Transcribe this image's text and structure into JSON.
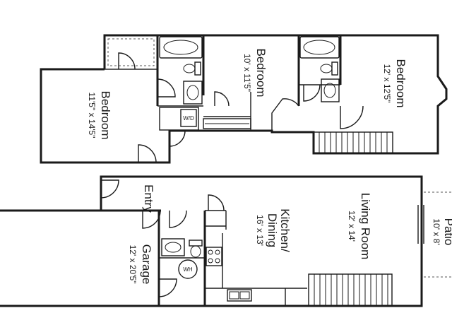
{
  "rooms": {
    "bedroom_left": {
      "name": "Bedroom",
      "size": "11'5\" x 14'5\""
    },
    "bedroom_mid": {
      "name": "Bedroom",
      "size": "10' x 11'5\""
    },
    "bedroom_right": {
      "name": "Bedroom",
      "size": "12' x 12'5\""
    },
    "entry": {
      "name": "Entry"
    },
    "garage": {
      "name": "Garage",
      "size": "12' x 20'5\""
    },
    "kitchen": {
      "name_line1": "Kitchen/",
      "name_line2": "Dining",
      "size": "16' x 13'"
    },
    "living": {
      "name": "Living Room",
      "size": "12' x 14'"
    },
    "patio": {
      "name": "Patio",
      "size": "10' x 8'"
    }
  },
  "fixtures": {
    "washer_dryer": "W/D",
    "water_heater": "WH"
  }
}
